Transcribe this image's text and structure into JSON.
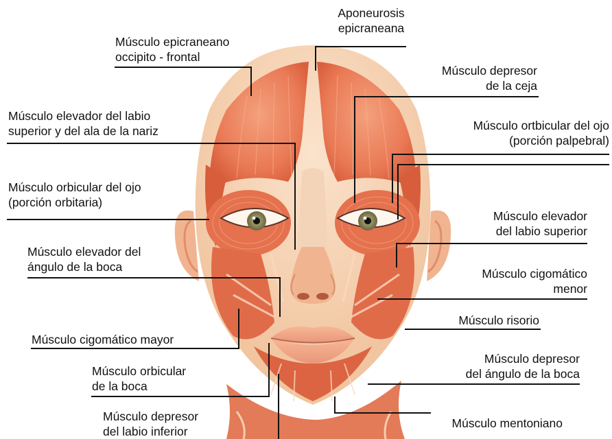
{
  "labels": {
    "aponeurosis": [
      "Aponeurosis",
      "epicraneana"
    ],
    "epicraneano": [
      "Músculo epicraneano",
      "occipito - frontal"
    ],
    "depresor_ceja": [
      "Músculo depresor",
      "de la ceja"
    ],
    "elevador_labio_ala": [
      "Músculo elevador del labio",
      "superior y del ala de la nariz"
    ],
    "orbicular_palpebral": [
      "Músculo ortbicular del ojo",
      "(porción palpebral)"
    ],
    "orbicular_orbitaria": [
      "Músculo orbicular del ojo",
      "(porción orbitaria)"
    ],
    "elevador_labio_sup": [
      "Músculo elevador",
      "del labio superior"
    ],
    "elevador_angulo": [
      "Músculo elevador del",
      "ángulo de la boca"
    ],
    "cigomatico_menor": [
      "Músculo cigomático",
      "menor"
    ],
    "risorio": [
      "Músculo risorio"
    ],
    "cigomatico_mayor": [
      "Músculo cigomático mayor"
    ],
    "depresor_angulo": [
      "Músculo depresor",
      "del ángulo de la boca"
    ],
    "orbicular_boca": [
      "Músculo orbicular",
      "de la boca"
    ],
    "depresor_labio_inf": [
      "Músculo depresor",
      "del labio inferior"
    ],
    "mentoniano": [
      "Músculo mentoniano"
    ]
  },
  "colors": {
    "skin": "#f6c9a6",
    "muscle": "#e8704f",
    "muscle_dark": "#c94a2e",
    "tendon": "#f7e2cc",
    "iris": "#8a8a5a",
    "leader_line": "#111111"
  }
}
